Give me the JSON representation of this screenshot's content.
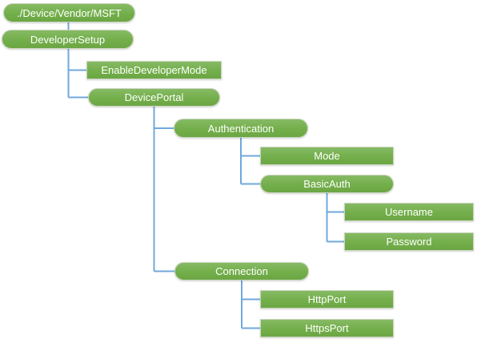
{
  "diagram": {
    "type": "tree",
    "nodes": [
      {
        "label": "./Device/Vendor/MSFT",
        "shape": "rounded",
        "parent": null
      },
      {
        "label": "DeveloperSetup",
        "shape": "rounded",
        "parent": "./Device/Vendor/MSFT"
      },
      {
        "label": "EnableDeveloperMode",
        "shape": "rect",
        "parent": "DeveloperSetup"
      },
      {
        "label": "DevicePortal",
        "shape": "rounded",
        "parent": "DeveloperSetup"
      },
      {
        "label": "Authentication",
        "shape": "rounded",
        "parent": "DevicePortal"
      },
      {
        "label": "Mode",
        "shape": "rect",
        "parent": "Authentication"
      },
      {
        "label": "BasicAuth",
        "shape": "rounded",
        "parent": "Authentication"
      },
      {
        "label": "Username",
        "shape": "rect",
        "parent": "BasicAuth"
      },
      {
        "label": "Password",
        "shape": "rect",
        "parent": "BasicAuth"
      },
      {
        "label": "Connection",
        "shape": "rounded",
        "parent": "DevicePortal"
      },
      {
        "label": "HttpPort",
        "shape": "rect",
        "parent": "Connection"
      },
      {
        "label": "HttpsPort",
        "shape": "rect",
        "parent": "Connection"
      }
    ],
    "colors": {
      "node_fill": "#70AD47",
      "node_border": "#CBD6C0",
      "node_text": "#FFFFFF",
      "connector": "#6FA8DC",
      "background": "#FFFFFF"
    }
  }
}
